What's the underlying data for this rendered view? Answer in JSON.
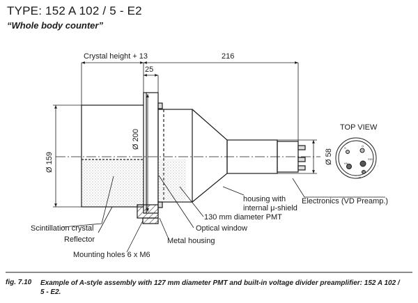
{
  "header": {
    "title": "TYPE: 152 A 102 / 5 - E2",
    "subtitle": "“Whole body counter”"
  },
  "dimensions": {
    "crystal_height": "Crystal height + 13",
    "length": "216",
    "flange": "25",
    "diam_flange": "Ø 200",
    "diam_crystal": "Ø 159",
    "diam_electronics": "Ø 58"
  },
  "labels": {
    "top_view": "TOP VIEW",
    "housing_shield_1": "housing with",
    "housing_shield_2": "internal μ-shield",
    "electronics": "Electronics (VD Preamp.)",
    "pmt": "130 mm diameter PMT",
    "scintillation": "Scintillation crystal",
    "optical_window": "Optical window",
    "reflector": "Reflector",
    "metal_housing": "Metal housing",
    "mounting_holes": "Mounting holes 6 x M6"
  },
  "top_view_pins": [
    "S",
    "G",
    "HV",
    "SIG",
    "H"
  ],
  "caption": {
    "number": "fig. 7.10",
    "text": "Example of A-style assembly with 127 mm diameter PMT and built-in voltage divider preamplifier: 152 A 102 / 5 - E2."
  }
}
